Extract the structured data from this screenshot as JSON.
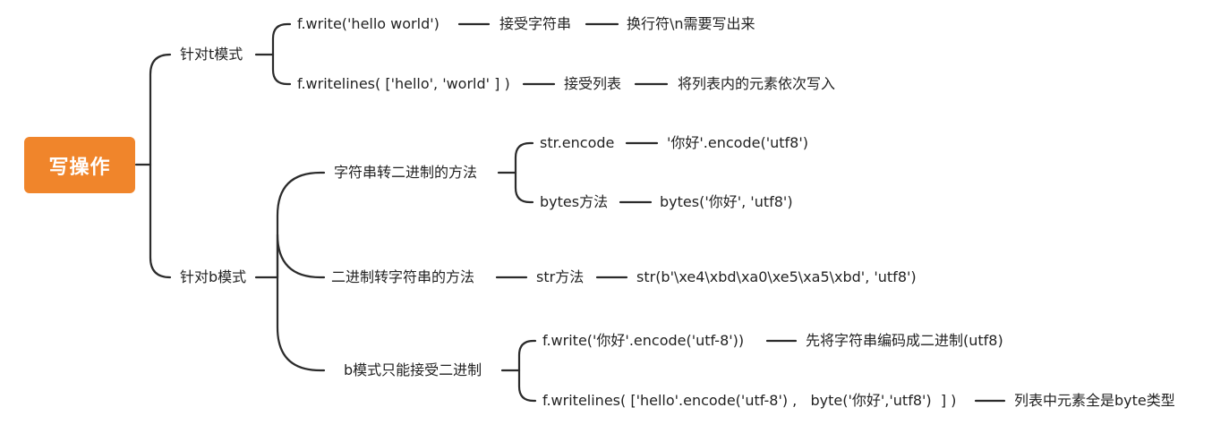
{
  "root": {
    "label": "写操作",
    "color": "#f0852b"
  },
  "line_color": "#2b2b2b",
  "t_mode": {
    "label": "针对t模式",
    "write": {
      "code": "f.write('hello world')",
      "accepts": "接受字符串",
      "note": "换行符\\n需要写出来"
    },
    "writelines": {
      "code": "f.writelines( ['hello', 'world' ] )",
      "accepts": "接受列表",
      "note": "将列表内的元素依次写入"
    }
  },
  "b_mode": {
    "label": "针对b模式",
    "str_to_bin": {
      "label": "字符串转二进制的方法",
      "encode": {
        "method": "str.encode",
        "example": "'你好'.encode('utf8')"
      },
      "bytes": {
        "method": "bytes方法",
        "example": "bytes('你好', 'utf8')"
      }
    },
    "bin_to_str": {
      "label": "二进制转字符串的方法",
      "method": "str方法",
      "example": "str(b'\\xe4\\xbd\\xa0\\xe5\\xa5\\xbd', 'utf8')"
    },
    "b_only_binary": {
      "label": "b模式只能接受二进制",
      "write": {
        "code": "f.write('你好'.encode('utf-8'))",
        "note": "先将字符串编码成二进制(utf8)"
      },
      "writelines": {
        "code": "f.writelines( ['hello'.encode('utf-8') ,   byte('你好','utf8')  ] )",
        "note": "列表中元素全是byte类型"
      }
    }
  }
}
